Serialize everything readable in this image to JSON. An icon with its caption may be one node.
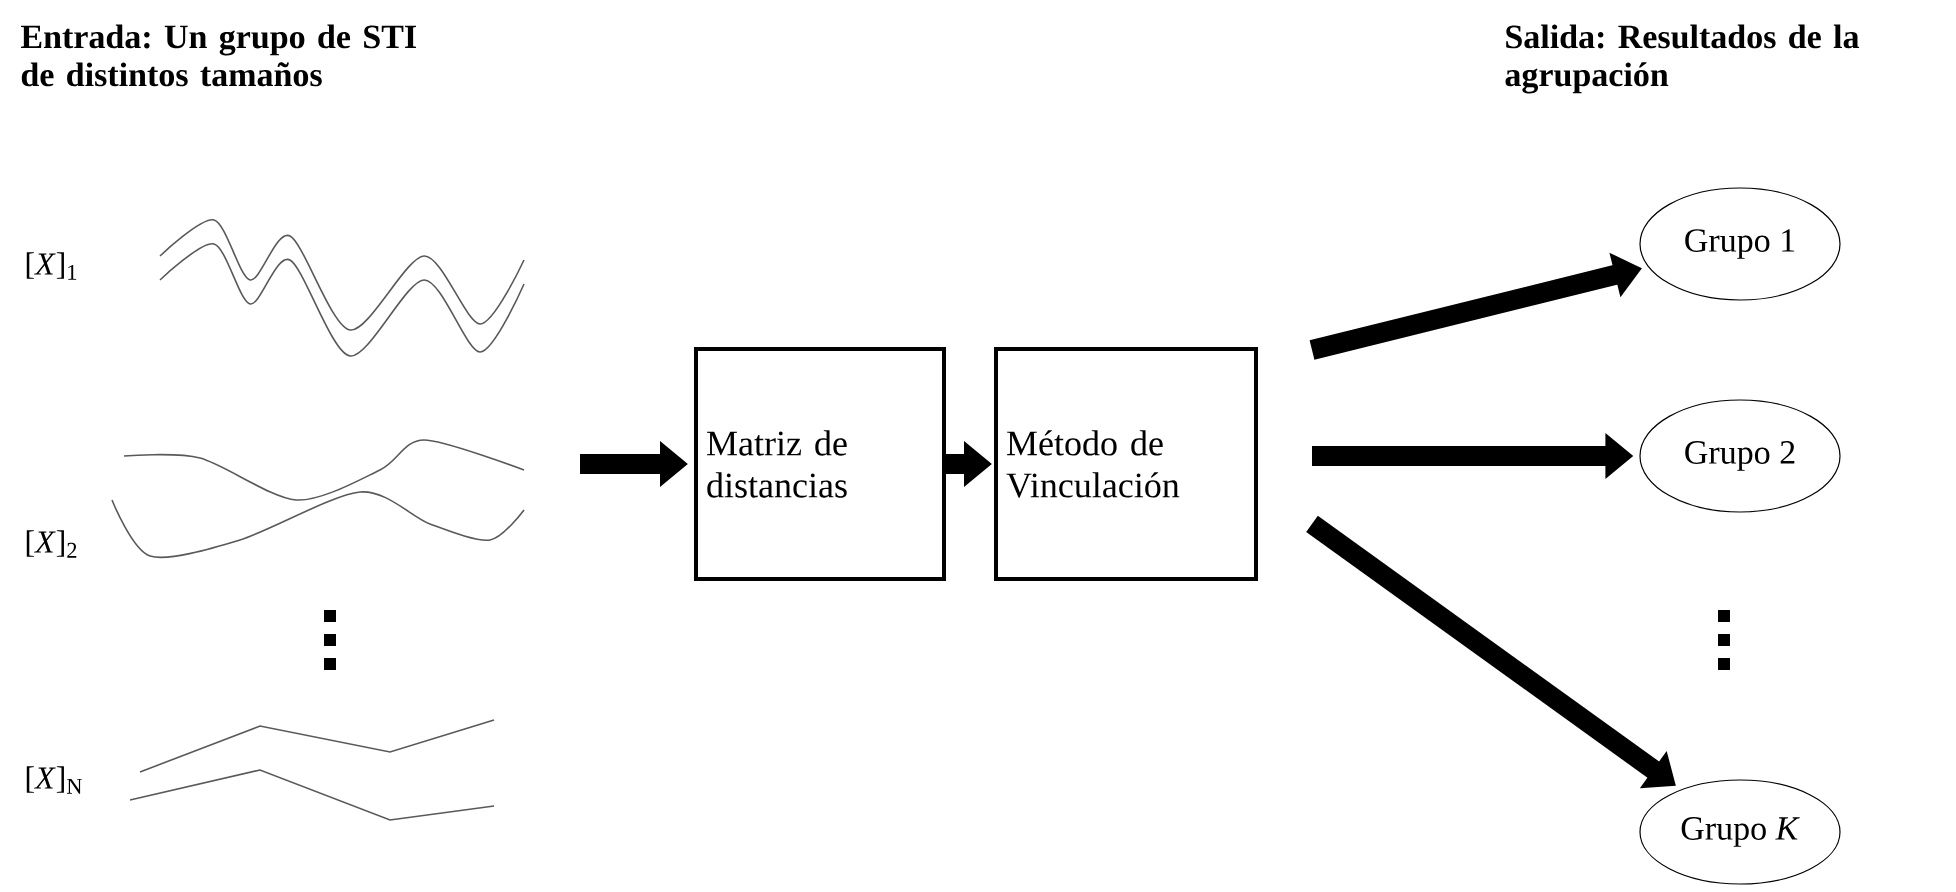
{
  "diagram": {
    "nodes": [
      {
        "text": [
          "Matriz de distancias"
        ]
      },
      {
        "text": [
          "Método de Vinculación"
        ]
      },
      {
        "text": [
          "Grupo 1"
        ]
      },
      {
        "text": [
          "Grupo 2"
        ]
      },
      {
        "text": [
          "Grupo *K*"
        ]
      }
    ],
    "edges": [
      {
        "from": null,
        "to": 0,
        "arrow": "to"
      },
      {
        "from": 0,
        "to": 1,
        "arrow": "to"
      },
      {
        "from": 1,
        "to": 2,
        "arrow": "to"
      },
      {
        "from": 1,
        "to": 3,
        "arrow": "to"
      },
      {
        "from": 1,
        "to": 4,
        "arrow": "to"
      }
    ],
    "labels": [
      "Entrada: Un grupo de STI de distintos tamaños",
      "Salida: Resultados de la agrupación",
      "[*X*]$_{1}$",
      "[*X*]$_{2}$",
      "[*X*]$_{N}$"
    ]
  }
}
